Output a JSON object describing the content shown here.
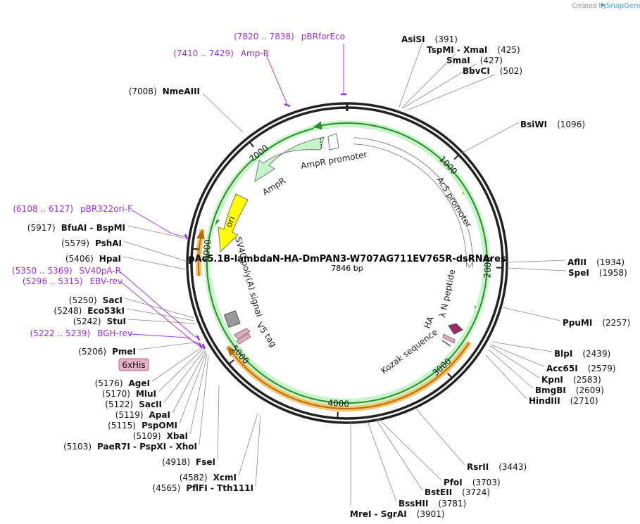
{
  "credit": {
    "prefix": "Created by",
    "brand": "SnapGene"
  },
  "plasmid": {
    "name": "pAc5.1B-lambdaN-HA-DmPAN3-W707AG711EV765R-dsRNAres",
    "length_label": "7846 bp"
  },
  "ticks": [
    "1000",
    "2000",
    "3000",
    "4000",
    "5000",
    "6000",
    "7000"
  ],
  "sites": [
    {
      "name": "AsiSI",
      "pos": "(391)"
    },
    {
      "name": "TspMI  - XmaI",
      "pos": "(425)"
    },
    {
      "name": "SmaI",
      "pos": "(427)"
    },
    {
      "name": "BbvCI",
      "pos": "(502)"
    },
    {
      "name": "BsiWI",
      "pos": "(1096)"
    },
    {
      "name": "AflII",
      "pos": "(1934)"
    },
    {
      "name": "SpeI",
      "pos": "(1958)"
    },
    {
      "name": "PpuMI",
      "pos": "(2257)"
    },
    {
      "name": "BlpI",
      "pos": "(2439)"
    },
    {
      "name": "Acc65I",
      "pos": "(2579)"
    },
    {
      "name": "KpnI",
      "pos": "(2583)"
    },
    {
      "name": "BmgBI",
      "pos": "(2609)"
    },
    {
      "name": "HindIII",
      "pos": "(2710)"
    },
    {
      "name": "RsrII",
      "pos": "(3443)"
    },
    {
      "name": "PfoI",
      "pos": "(3703)"
    },
    {
      "name": "BstEII",
      "pos": "(3724)"
    },
    {
      "name": "BssHII",
      "pos": "(3781)"
    },
    {
      "name": "MreI  - SgrAI",
      "pos": "(3901)"
    },
    {
      "name": "NmeAIII",
      "pos": "(7008)"
    },
    {
      "name": "BfuAI  - BspMI",
      "pos": "(5917)"
    },
    {
      "name": "PshAI",
      "pos": "(5579)"
    },
    {
      "name": "HpaI",
      "pos": "(5406)"
    },
    {
      "name": "SacI",
      "pos": "(5250)"
    },
    {
      "name": "Eco53kI",
      "pos": "(5248)"
    },
    {
      "name": "StuI",
      "pos": "(5242)"
    },
    {
      "name": "PmeI",
      "pos": "(5206)"
    },
    {
      "name": "AgeI",
      "pos": "(5176)"
    },
    {
      "name": "MluI",
      "pos": "(5170)"
    },
    {
      "name": "SacII",
      "pos": "(5122)"
    },
    {
      "name": "ApaI",
      "pos": "(5119)"
    },
    {
      "name": "PspOMI",
      "pos": "(5115)"
    },
    {
      "name": "XbaI",
      "pos": "(5109)"
    },
    {
      "name": "PaeR7I  - PspXI  - XhoI",
      "pos": "(5103)"
    },
    {
      "name": "FseI",
      "pos": "(4918)"
    },
    {
      "name": "XcmI",
      "pos": "(4582)"
    },
    {
      "name": "PflFI  - Tth111I",
      "pos": "(4565)"
    }
  ],
  "primers": [
    {
      "range": "(7820 .. 7838)",
      "name": "pBRforEco"
    },
    {
      "range": "(7410 .. 7429)",
      "name": "Amp-R"
    },
    {
      "range": "(6108 .. 6127)",
      "name": "pBR322ori-F"
    },
    {
      "range": "(5350 .. 5369)",
      "name": "SV40pA-R"
    },
    {
      "range": "(5296 .. 5315)",
      "name": "EBV-rev"
    },
    {
      "range": "(5222 .. 5239)",
      "name": "BGH-rev"
    }
  ],
  "tag": {
    "label": "6xHis"
  },
  "features": [
    {
      "label": "AmpR promoter"
    },
    {
      "label": "AmpR"
    },
    {
      "label": "ori"
    },
    {
      "label": "SV40 poly(A) signal"
    },
    {
      "label": "V5 tag"
    },
    {
      "label": "Ac5 promoter"
    },
    {
      "label": "λ N peptide"
    },
    {
      "label": "HA"
    },
    {
      "label": "Kozak sequence"
    }
  ],
  "colors": {
    "ampr": "#c6f5c9",
    "ori": "#ffff00",
    "orf": "#f5c16a",
    "orf_line": "#b36b00",
    "primer": "#9b30d9",
    "v5": "#e6a9c1",
    "lambda": "#9b2b63",
    "polya": "#999999",
    "tag_bg": "#e6b2c7"
  }
}
